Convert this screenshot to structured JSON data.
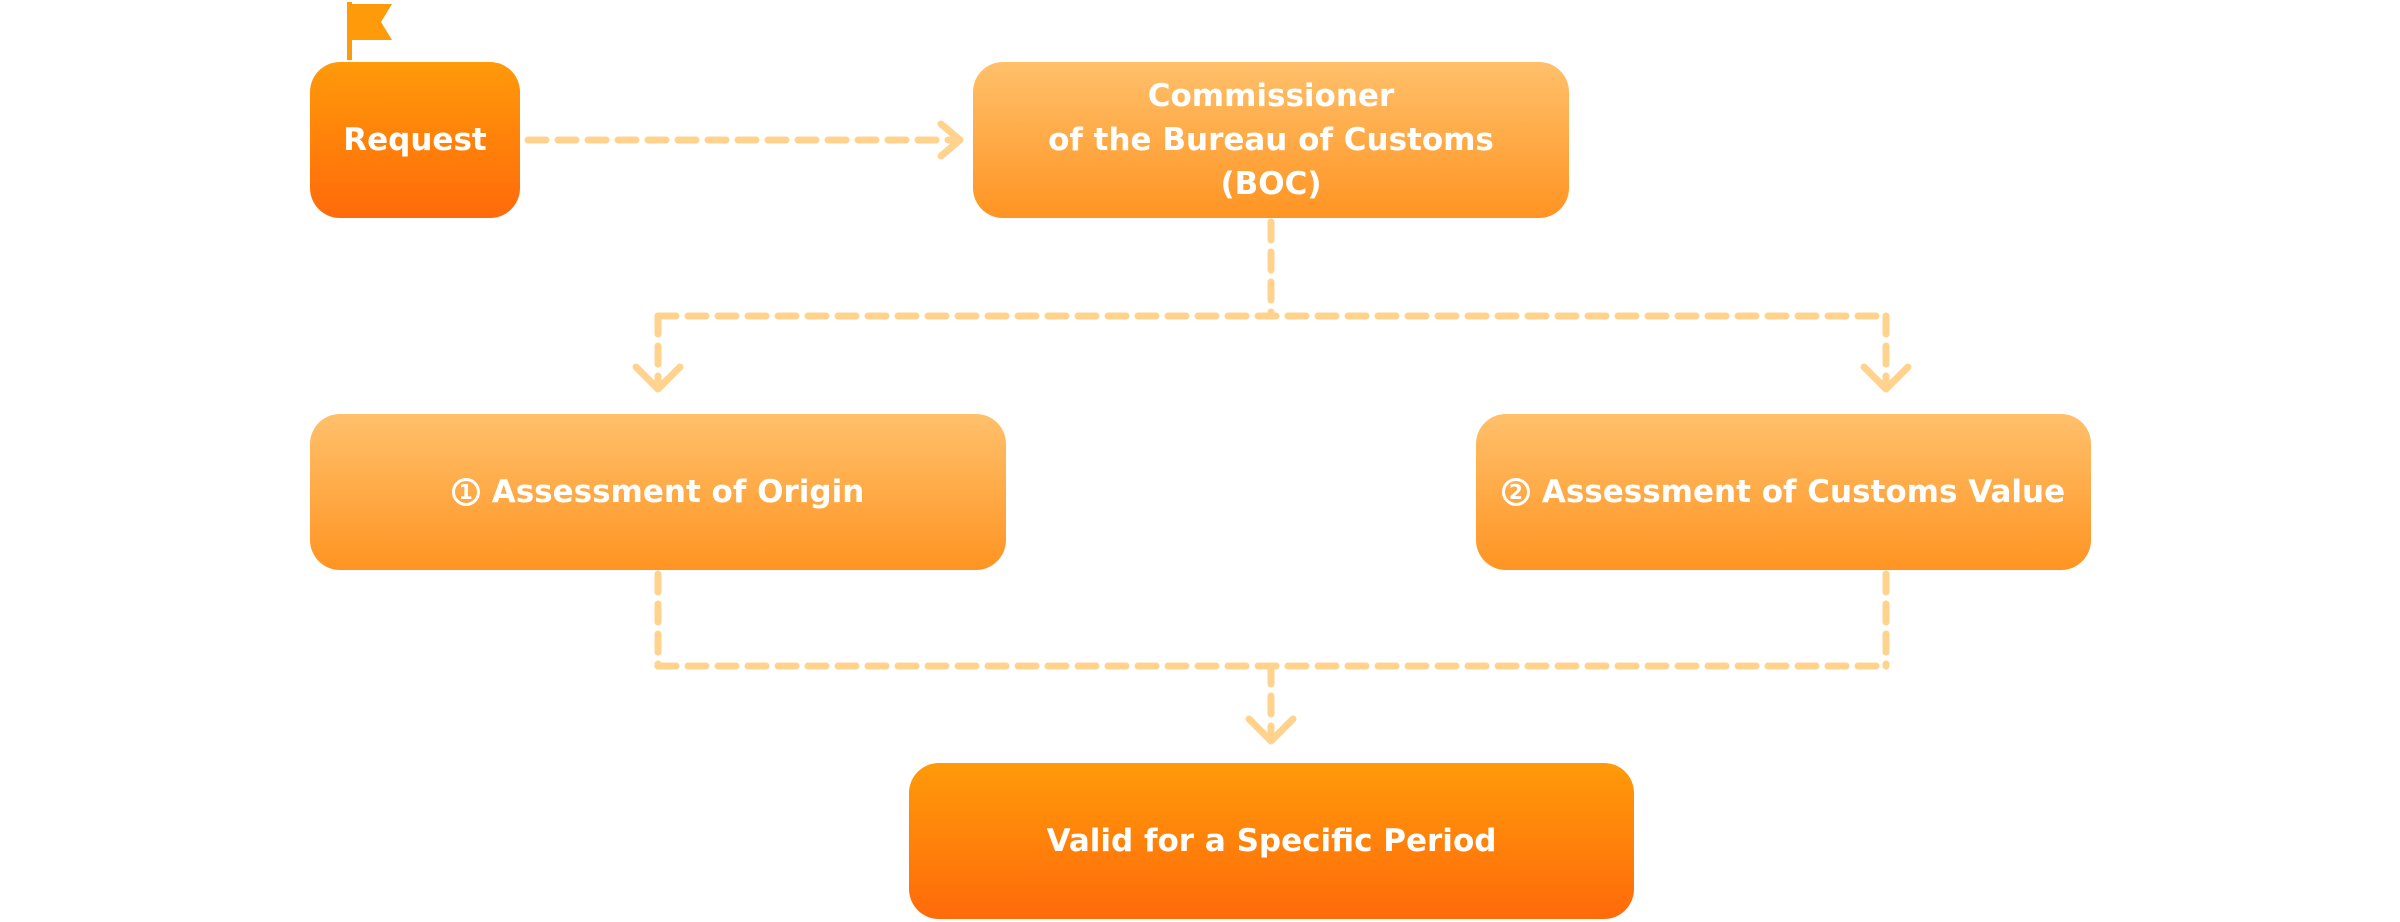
{
  "diagram": {
    "nodes": {
      "request": {
        "label": "Request"
      },
      "commissioner": {
        "label": "Commissioner\nof the Bureau of Customs (BOC)"
      },
      "origin": {
        "step": "1",
        "label": "Assessment of Origin"
      },
      "customs_value": {
        "step": "2",
        "label": "Assessment of Customs Value"
      },
      "valid_period": {
        "label": "Valid for a Specific Period"
      }
    },
    "icons": {
      "flag": "flag-icon",
      "step_badge": "circled-number-icon"
    },
    "colors": {
      "node_dark_top": "#ff9a0a",
      "node_dark_bottom": "#ff6a0a",
      "node_light_top": "#ffc06b",
      "node_light_bottom": "#ff9422",
      "connector": "#ffd38e",
      "flag": "#ff9a0a",
      "text": "#ffffff"
    }
  }
}
